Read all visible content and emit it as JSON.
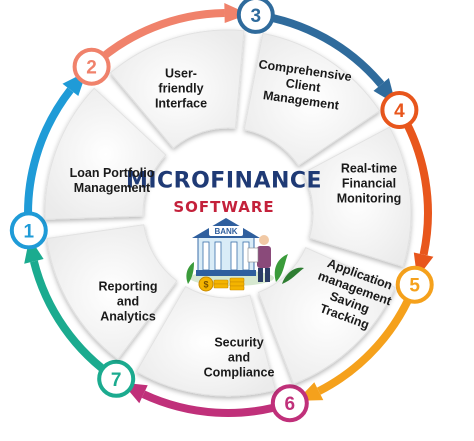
{
  "title": {
    "main": "MICROFINANCE",
    "sub": "SOFTWARE"
  },
  "bank_sign": "BANK",
  "steps": [
    {
      "num": "1",
      "label": "Loan Portfolio\nManagement",
      "color": "#1f9bd7"
    },
    {
      "num": "2",
      "label": "User-\nfriendly\nInterface",
      "color": "#f0826b"
    },
    {
      "num": "3",
      "label": "Comprehensive\nClient\nManagement",
      "color": "#2f6b9c"
    },
    {
      "num": "4",
      "label": "Real-time\nFinancial\nMonitoring",
      "color": "#e8561c"
    },
    {
      "num": "5",
      "label": "Application\nmanagement\nSaving\nTracking",
      "color": "#f5a11c"
    },
    {
      "num": "6",
      "label": "Security\nand\nCompliance",
      "color": "#c0307a"
    },
    {
      "num": "7",
      "label": "Reporting\nand\nAnalytics",
      "color": "#1bab8f"
    }
  ]
}
